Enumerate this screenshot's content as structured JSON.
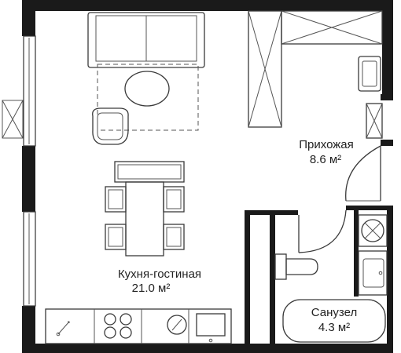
{
  "rooms": {
    "living": {
      "name": "Кухня-гостиная",
      "area": "21.0 м²"
    },
    "hall": {
      "name": "Прихожая",
      "area": "8.6 м²"
    },
    "bath": {
      "name": "Санузел",
      "area": "4.3 м²"
    }
  }
}
